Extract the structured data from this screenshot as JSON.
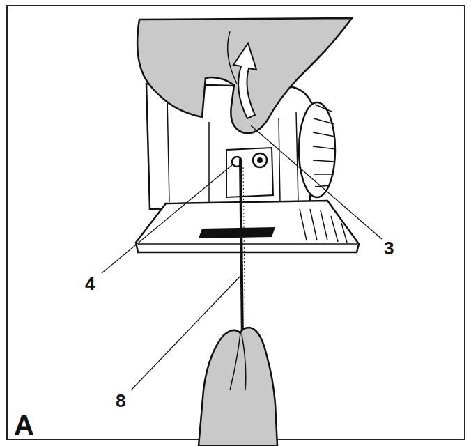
{
  "diagram": {
    "labels": [
      "3",
      "4",
      "8",
      "A"
    ]
  }
}
